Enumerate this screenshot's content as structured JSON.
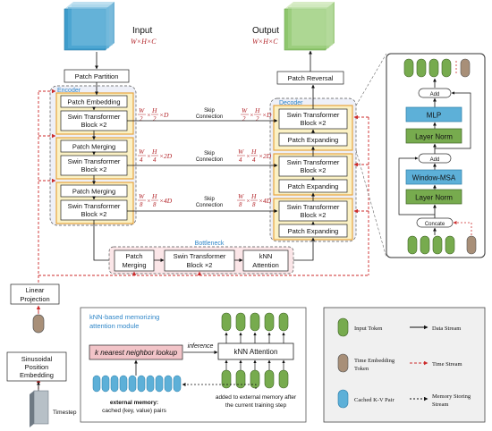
{
  "input": {
    "title": "Input",
    "dims": "W×H×C"
  },
  "output": {
    "title": "Output",
    "dims": "W×H×C"
  },
  "colors": {
    "green_token": "#77ab4e",
    "brown_token": "#a88f78",
    "blue_kv": "#5db0d8",
    "stage_fill": "#fbf1c4",
    "stage_border": "#e8a53e",
    "pink_box": "#f2c4c8",
    "decoder_fill": "#eef0f8",
    "red_stream": "#cc2b2b"
  },
  "encoder": {
    "label": "Encoder",
    "patch_partition": "Patch Partition",
    "patch_embedding": "Patch Embedding",
    "swin_block_line1": "Swin Transformer",
    "swin_block_line2": "Block ×2",
    "patch_merging": "Patch Merging"
  },
  "decoder": {
    "label": "Decoder",
    "patch_reversal": "Patch Reversal",
    "swin_block_line1": "Swin Transformer",
    "swin_block_line2": "Block ×2",
    "patch_expanding": "Patch Expanding"
  },
  "scales": {
    "s1_w": "W",
    "s1_wd": "2",
    "s1_h": "H",
    "s1_hd": "2",
    "s1_c": "×D",
    "s2_w": "W",
    "s2_wd": "4",
    "s2_h": "H",
    "s2_hd": "4",
    "s2_c": "×2D",
    "s3_w": "W",
    "s3_wd": "8",
    "s3_h": "H",
    "s3_hd": "8",
    "s3_c": "×4D"
  },
  "skip": {
    "line1": "Skip",
    "line2": "Connection"
  },
  "bottleneck": {
    "label": "Bottleneck",
    "merging_line1": "Patch",
    "merging_line2": "Merging",
    "swin_line1": "Swin Transformer",
    "swin_line2": "Block ×2",
    "knn_line1": "kNN",
    "knn_line2": "Attention"
  },
  "linear_projection": {
    "line1": "Linear",
    "line2": "Projection"
  },
  "sinusoidal": {
    "line1": "Sinusoidal",
    "line2": "Position",
    "line3": "Embedding"
  },
  "timestep": "Timestep",
  "swin_detail": {
    "add": "Add",
    "mlp": "MLP",
    "layer_norm": "Layer Norm",
    "window_msa": "Window-MSA",
    "concat": "Concate"
  },
  "memory_module": {
    "title_line1": "kNN-based memorizing",
    "title_line2": "attention module",
    "knn_lookup": "k nearest neighbor lookup",
    "inference": "inference",
    "knn_attention": "kNN Attention",
    "ext_mem_line1": "external memory:",
    "ext_mem_line2": "cached (key, value) pairs",
    "added_line1": "added to external memory after",
    "added_line2": "the current training step"
  },
  "legend": {
    "input_token": "Input Token",
    "data_stream": "Data Stream",
    "time_token_line1": "Time Embedding",
    "time_token_line2": "Token",
    "time_stream": "Time Stream",
    "cached_kv": "Cached K-V Pair",
    "memory_line1": "Memory Storing",
    "memory_line2": "Stream"
  }
}
